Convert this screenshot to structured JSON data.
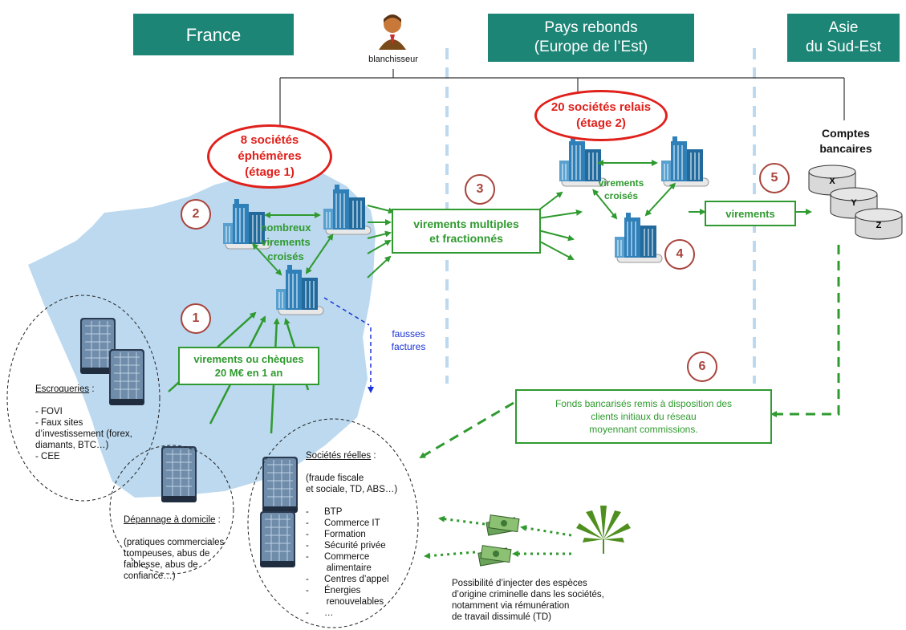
{
  "regions": {
    "france": "France",
    "rebond": "Pays rebonds\n(Europe de l’Est)",
    "asie": "Asie\ndu Sud-Est"
  },
  "launderer": "blanchisseur",
  "stage1": "8 sociétés\néphémères\n(étage 1)",
  "stage2": "20 sociétés relais\n(étage 2)",
  "steps": [
    "1",
    "2",
    "3",
    "4",
    "5",
    "6"
  ],
  "cross_fr": "nombreux\nvirements\ncroisés",
  "cross_est": "virements\ncroisés",
  "transfers_in": "virements ou chèques\n20 M€ en 1 an",
  "transfers_multi": "virements multiples\net fractionnés",
  "transfers_asia": "virements",
  "fake_invoices": "fausses\nfactures",
  "accounts_title": "Comptes\nbancaires",
  "accounts": [
    "X",
    "Y",
    "Z"
  ],
  "funds_returned": "Fonds bancarisés remis à disposition des\nclients initiaux du réseau\nmoyennant commissions.",
  "scams": {
    "title": "Escroqueries",
    "suffix": " :",
    "items": "- FOVI\n- Faux sites\nd’investissement (forex,\ndiamants, BTC…)\n- CEE"
  },
  "repair": {
    "title": "Dépannage à domicile",
    "suffix": " :",
    "body": "(pratiques commerciales\ntrompeuses, abus de\nfaiblesse, abus de\nconfiance…)"
  },
  "real": {
    "title": "Sociétés réelles",
    "suffix": " :",
    "body": "(fraude fiscale\net sociale, TD, ABS…)",
    "items": "-      BTP\n-      Commerce IT\n-      Formation\n-      Sécurité privée\n-      Commerce\n        alimentaire\n-      Centres d’appel\n-      Énergies\n        renouvelables\n-      …"
  },
  "cash_note": "Possibilité d’injecter des espèces\nd’origine criminelle dans les sociétés,\nnotamment via rémunération\nde travail dissimulé (TD)",
  "colors": {
    "teal": "#1d8576",
    "green": "#2f9a2f",
    "red": "#e0201b",
    "step": "#a8433c",
    "map": "#bcd9ef",
    "blue": "#1a33d6"
  }
}
